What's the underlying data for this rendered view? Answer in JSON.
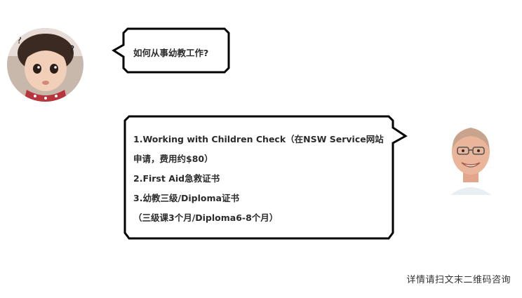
{
  "conversation": {
    "question": {
      "avatar_icon": "baby-avatar",
      "text": "如何从事幼教工作?"
    },
    "answer": {
      "avatar_icon": "man-avatar",
      "lines": [
        "1.Working with Children Check（在NSW Service网站",
        "申请，费用约$80）",
        "2.First Aid急救证书",
        "3.幼教三级/Diploma证书",
        "（三级课3个月/Diploma6-8个月）"
      ]
    }
  },
  "footer": {
    "text": "详情请扫文末二维码咨询"
  },
  "colors": {
    "outline": "#000000",
    "text": "#2b2b2b",
    "background": "#ffffff"
  }
}
